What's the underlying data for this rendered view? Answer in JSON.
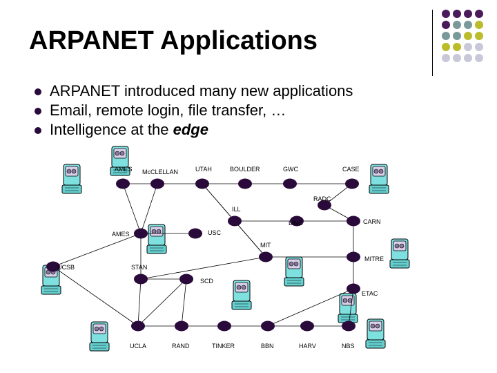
{
  "slide": {
    "title": "ARPANET Applications",
    "bullets": [
      {
        "text": "ARPANET introduced many new applications"
      },
      {
        "text": "Email, remote login, file transfer, …"
      },
      {
        "text_before": "Intelligence at the ",
        "emphasis": "edge"
      }
    ]
  },
  "theme": {
    "node_color": "#2a0a3a",
    "dot_colors": [
      "#4a1a5a",
      "#7a9a9a",
      "#bcbc2a",
      "#c8c8d8"
    ],
    "link_color": "#000000"
  },
  "network": {
    "nodes": [
      {
        "id": "AMES1",
        "label": "AMES"
      },
      {
        "id": "MCCLELLAN",
        "label": "McCLELLAN"
      },
      {
        "id": "UTAH",
        "label": "UTAH"
      },
      {
        "id": "BOULDER",
        "label": "BOULDER"
      },
      {
        "id": "GWC",
        "label": "GWC"
      },
      {
        "id": "CASE",
        "label": "CASE"
      },
      {
        "id": "RADC",
        "label": "RADC"
      },
      {
        "id": "ILL",
        "label": "ILL"
      },
      {
        "id": "LINC",
        "label": "LINC"
      },
      {
        "id": "CARN",
        "label": "CARN"
      },
      {
        "id": "AMES2",
        "label": "AMES"
      },
      {
        "id": "USC",
        "label": "USC"
      },
      {
        "id": "MIT",
        "label": "MIT"
      },
      {
        "id": "MITRE",
        "label": "MITRE"
      },
      {
        "id": "UCSB",
        "label": "UCSB"
      },
      {
        "id": "STAN",
        "label": "STAN"
      },
      {
        "id": "SCD",
        "label": "SCD"
      },
      {
        "id": "ETAC",
        "label": "ETAC"
      },
      {
        "id": "UCLA",
        "label": "UCLA"
      },
      {
        "id": "RAND",
        "label": "RAND"
      },
      {
        "id": "TINKER",
        "label": "TINKER"
      },
      {
        "id": "BBN",
        "label": "BBN"
      },
      {
        "id": "HARV",
        "label": "HARV"
      },
      {
        "id": "NBS",
        "label": "NBS"
      }
    ],
    "links": [
      [
        "AMES1",
        "MCCLELLAN"
      ],
      [
        "MCCLELLAN",
        "UTAH"
      ],
      [
        "UTAH",
        "BOULDER"
      ],
      [
        "BOULDER",
        "GWC"
      ],
      [
        "GWC",
        "CASE"
      ],
      [
        "CASE",
        "RADC"
      ],
      [
        "RADC",
        "CARN"
      ],
      [
        "CARN",
        "MITRE"
      ],
      [
        "MITRE",
        "ETAC"
      ],
      [
        "ETAC",
        "NBS"
      ],
      [
        "AMES1",
        "AMES2"
      ],
      [
        "MCCLELLAN",
        "AMES2"
      ],
      [
        "AMES2",
        "USC"
      ],
      [
        "AMES2",
        "UCSB"
      ],
      [
        "AMES2",
        "STAN"
      ],
      [
        "UTAH",
        "ILL"
      ],
      [
        "UTAH",
        "MIT"
      ],
      [
        "ILL",
        "MIT"
      ],
      [
        "ILL",
        "LINC"
      ],
      [
        "LINC",
        "CARN"
      ],
      [
        "MIT",
        "MITRE"
      ],
      [
        "MIT",
        "STAN"
      ],
      [
        "UCSB",
        "UCLA"
      ],
      [
        "STAN",
        "UCLA"
      ],
      [
        "STAN",
        "SCD"
      ],
      [
        "SCD",
        "UCLA"
      ],
      [
        "SCD",
        "RAND"
      ],
      [
        "UCLA",
        "RAND"
      ],
      [
        "RAND",
        "TINKER"
      ],
      [
        "TINKER",
        "BBN"
      ],
      [
        "BBN",
        "HARV"
      ],
      [
        "HARV",
        "NBS"
      ],
      [
        "BBN",
        "ETAC"
      ]
    ]
  }
}
